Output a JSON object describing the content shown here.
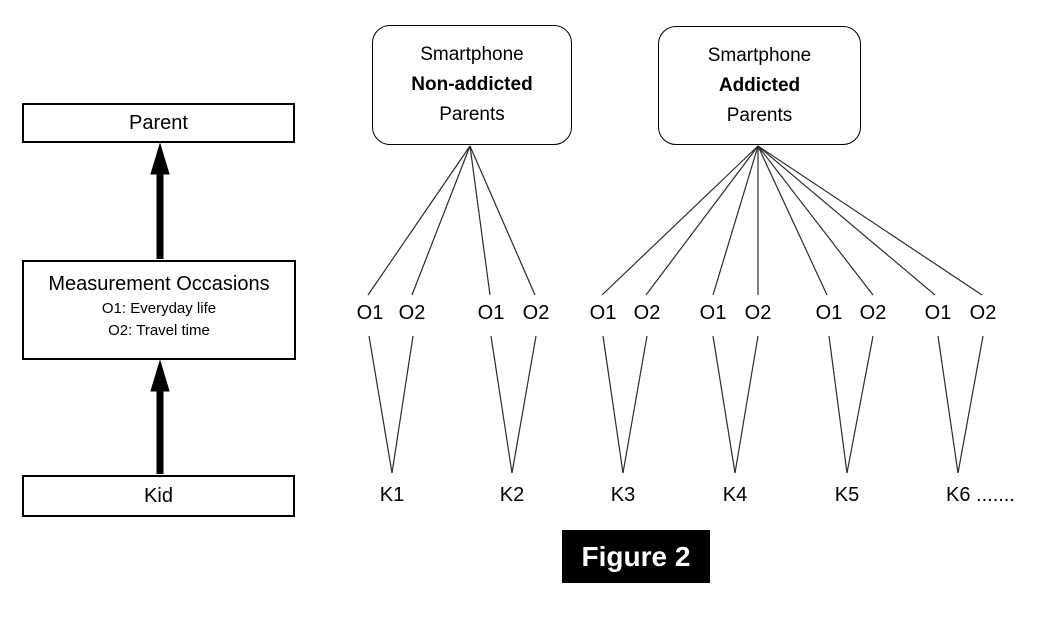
{
  "left_panel": {
    "parent_label": "Parent",
    "measurement": {
      "title": "Measurement Occasions",
      "o1": "O1: Everyday life",
      "o2": "O2: Travel time"
    },
    "kid_label": "Kid"
  },
  "groups": {
    "non_addicted": {
      "line1": "Smartphone",
      "line2": "Non-addicted",
      "line3": "Parents"
    },
    "addicted": {
      "line1": "Smartphone",
      "line2": "Addicted",
      "line3": "Parents"
    }
  },
  "occasions": [
    "O1",
    "O2",
    "O1",
    "O2",
    "O1",
    "O2",
    "O1",
    "O2",
    "O1",
    "O2",
    "O1",
    "O2"
  ],
  "kids": [
    "K1",
    "K2",
    "K3",
    "K4",
    "K5",
    "K6 ......."
  ],
  "caption": "Figure 2",
  "colors": {
    "line": "#2b2b2b",
    "box_border": "#000000",
    "arrow": "#000000",
    "caption_bg": "#000000",
    "caption_text": "#ffffff"
  }
}
